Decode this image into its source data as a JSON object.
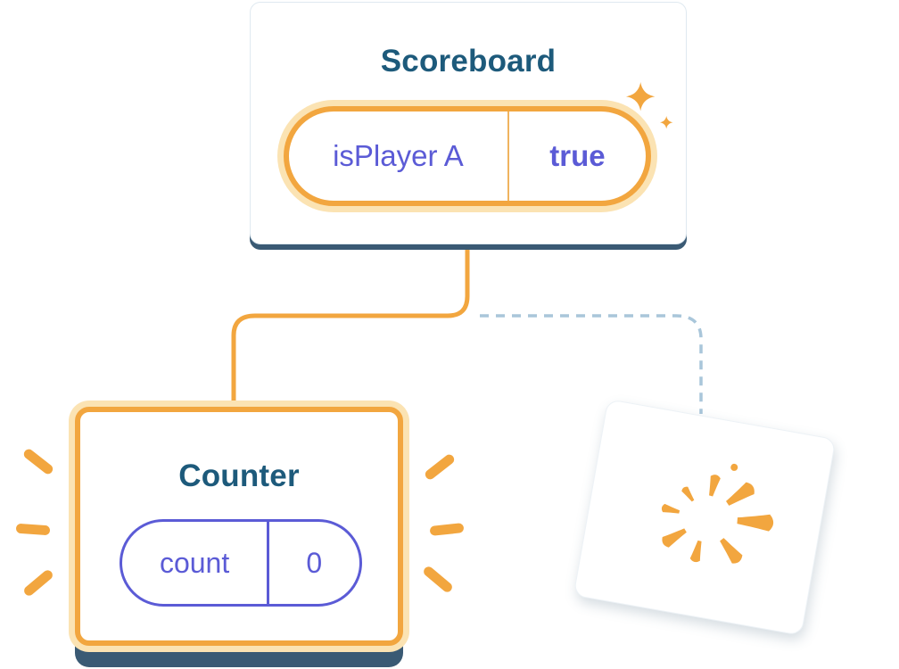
{
  "scoreboard": {
    "title": "Scoreboard",
    "state": {
      "label": "isPlayer A",
      "value": "true"
    }
  },
  "counter": {
    "title": "Counter",
    "state": {
      "label": "count",
      "value": "0"
    }
  },
  "colors": {
    "orange": "#F2A63F",
    "orange_glow": "#FBE3B3",
    "purple": "#5B5BD6",
    "heading_blue": "#1D5A7B",
    "dashed_connector_blue": "#A9C6DA",
    "card_bottom_edge": "#3A5A74"
  },
  "icons": {
    "sparkle": "four-point star sparkle (orange)",
    "burst": "radial orange strokes marking removed component",
    "emphasis_dashes": "orange highlight dashes around Counter card"
  }
}
